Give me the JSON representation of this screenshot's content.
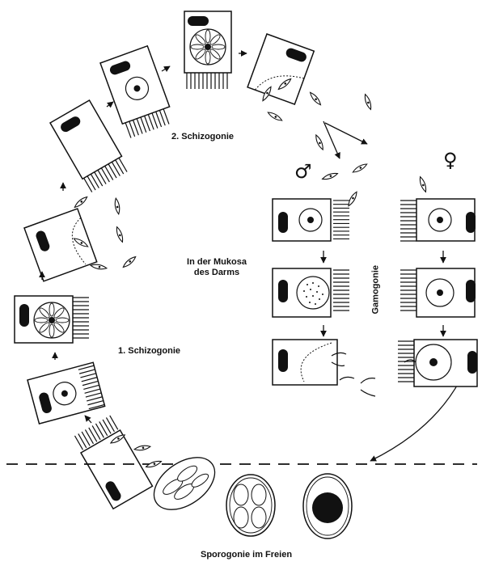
{
  "labels": {
    "schizogonie_2": "2. Schizogonie",
    "schizogonie_1": "1. Schizogonie",
    "mukosa_line1": "In der Mukosa",
    "mukosa_line2": "des Darms",
    "gamogonie": "Gamogonie",
    "sporogonie": "Sporogonie im Freien"
  },
  "symbols": {
    "male": "♂",
    "female": "♀"
  }
}
